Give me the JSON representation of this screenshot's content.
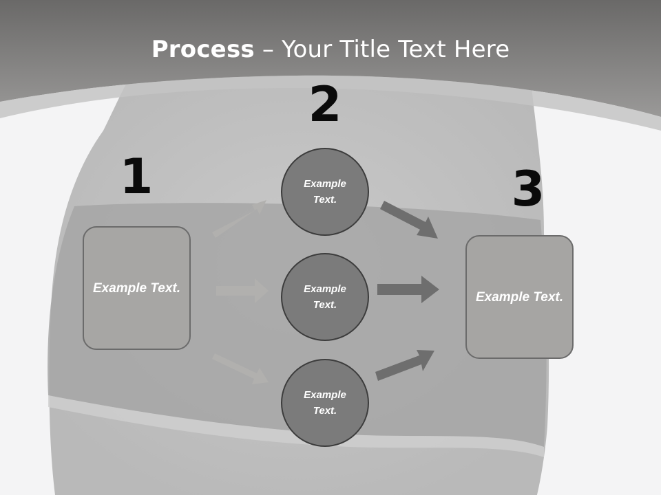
{
  "title": {
    "bold": "Process",
    "rest": " – Your Title Text Here"
  },
  "steps": {
    "one": "1",
    "two": "2",
    "three": "3"
  },
  "left_box": {
    "text": "Example Text."
  },
  "circles": [
    {
      "text": "Example Text."
    },
    {
      "text": "Example Text."
    },
    {
      "text": "Example Text."
    }
  ],
  "right_box": {
    "text": "Example Text."
  },
  "colors": {
    "header_band": "#8f8e8d",
    "arrow_light": "#b1b0ae",
    "arrow_dark": "#6e6e6e",
    "circle_fill": "#7b7b7b",
    "box_fill": "#a7a6a4"
  }
}
